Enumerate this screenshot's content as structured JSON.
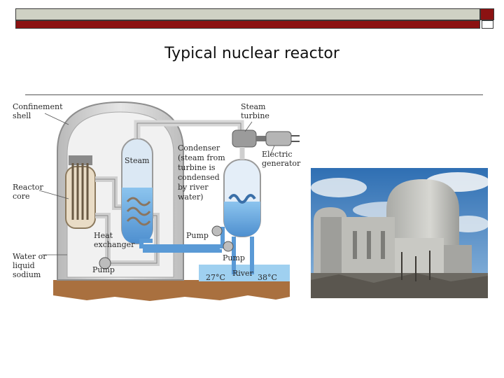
{
  "slide": {
    "title": "Typical nuclear reactor"
  },
  "diagram": {
    "labels": {
      "confinement": [
        "Confinement",
        "shell"
      ],
      "steam_turbine": [
        "Steam",
        "turbine"
      ],
      "steam": "Steam",
      "condenser": [
        "Condenser",
        "(steam from",
        "turbine is",
        "condensed",
        "by river",
        "water)"
      ],
      "generator": [
        "Electric",
        "generator"
      ],
      "reactor_core": [
        "Reactor",
        "core"
      ],
      "heat_exchanger": [
        "Heat",
        "exchanger"
      ],
      "pump_top": "Pump",
      "pump_bottom": "Pump",
      "pump_left": "Pump",
      "coolant": [
        "Water or",
        "liquid",
        "sodium"
      ],
      "river": "River",
      "temp_in": "27°C",
      "temp_out": "38°C"
    }
  },
  "colors": {
    "accent_red": "#8b1212",
    "header_gray": "#cfd1c4",
    "water_blue": "#6aa8dd"
  }
}
